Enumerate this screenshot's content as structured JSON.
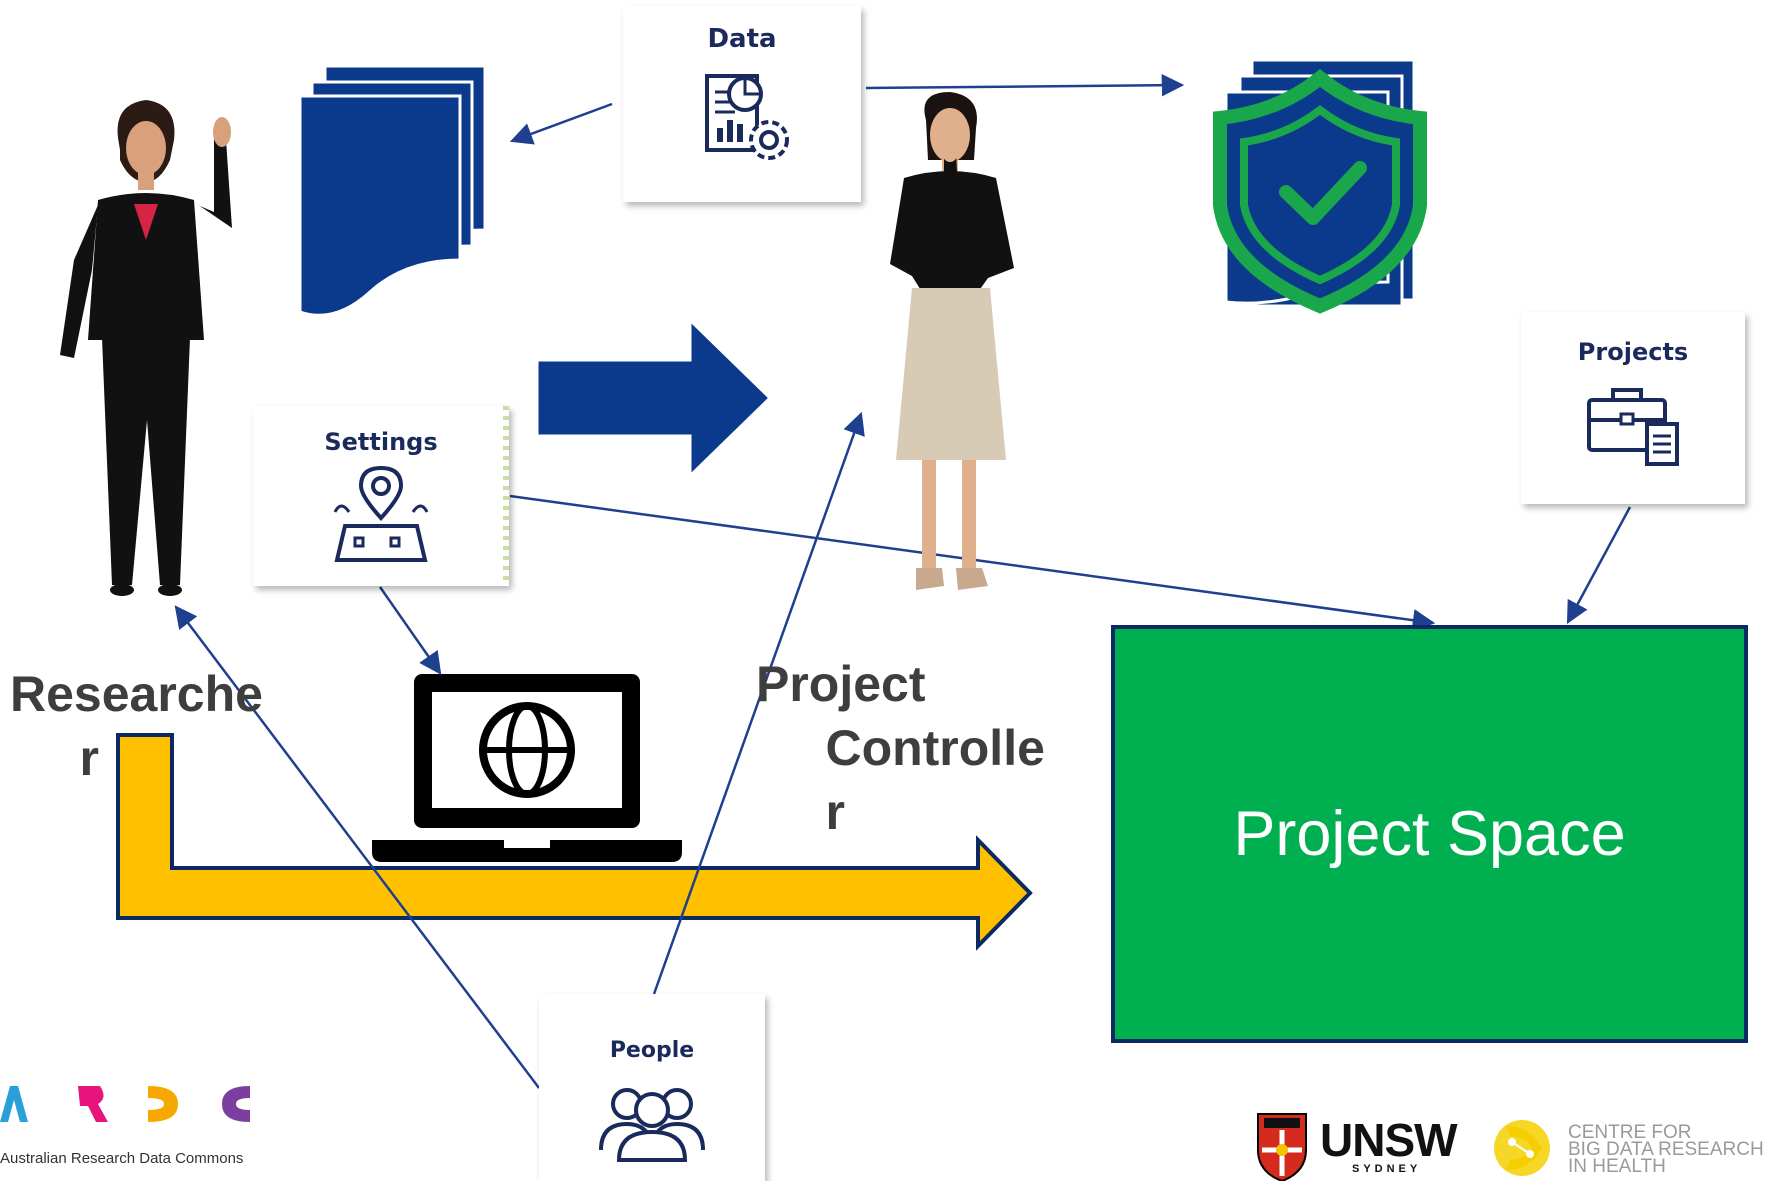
{
  "cards": {
    "data": "Data",
    "settings": "Settings",
    "projects": "Projects",
    "people": "People"
  },
  "roles": {
    "researcher": "Researche\n     r",
    "project_controller": "Project\n     Controlle\n     r"
  },
  "project_space": "Project Space",
  "logos": {
    "ardc_caption": "Australian Research Data Commons",
    "unsw_name": "UNSW",
    "unsw_sub": "SYDNEY",
    "cbdrh_line1": "CENTRE FOR",
    "cbdrh_line2": "BIG DATA RESEARCH",
    "cbdrh_line3": "IN HEALTH"
  },
  "colors": {
    "navy": "#0b3a8c",
    "green": "#00b050",
    "shield_green": "#1aa64a",
    "gold": "#ffc000",
    "line_blue": "#1f3f8f"
  },
  "icons": [
    "data-report-icon",
    "settings-map-icon",
    "projects-briefcase-icon",
    "people-group-icon",
    "laptop-globe-icon",
    "shield-check-icon",
    "document-stack-icon"
  ]
}
